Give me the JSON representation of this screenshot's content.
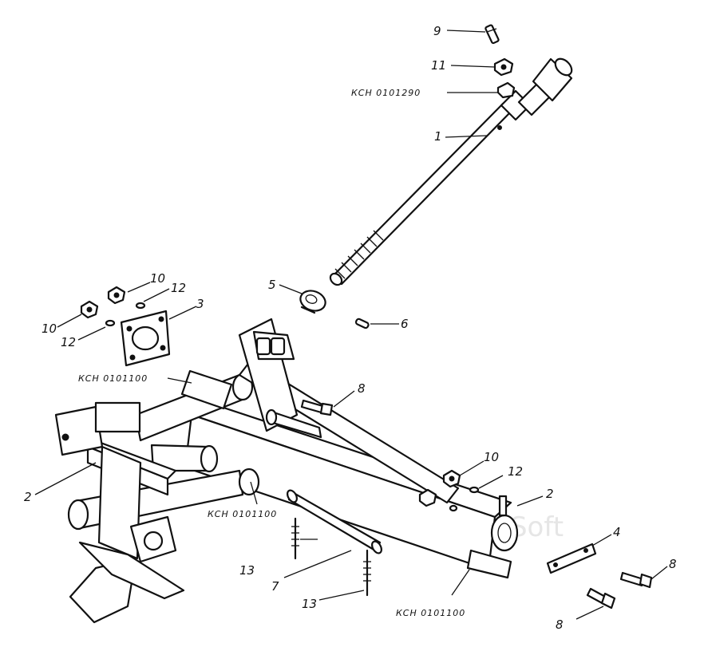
{
  "watermark": "AutoSoft",
  "callouts": [
    {
      "id": "c9",
      "text": "9"
    },
    {
      "id": "c11",
      "text": "11"
    },
    {
      "id": "c290",
      "text": "КСН 0101290"
    },
    {
      "id": "c1",
      "text": "1"
    },
    {
      "id": "c5",
      "text": "5"
    },
    {
      "id": "c6",
      "text": "6"
    },
    {
      "id": "c10a",
      "text": "10"
    },
    {
      "id": "c12a",
      "text": "12"
    },
    {
      "id": "c3",
      "text": "3"
    },
    {
      "id": "c10b",
      "text": "10"
    },
    {
      "id": "c12b",
      "text": "12"
    },
    {
      "id": "c100a",
      "text": "КСН 0101100"
    },
    {
      "id": "c8a",
      "text": "8"
    },
    {
      "id": "c2a",
      "text": "2"
    },
    {
      "id": "c100b",
      "text": "КСН 0101100"
    },
    {
      "id": "c10c",
      "text": "10"
    },
    {
      "id": "c12c",
      "text": "12"
    },
    {
      "id": "c2b",
      "text": "2"
    },
    {
      "id": "c4",
      "text": "4"
    },
    {
      "id": "c8b",
      "text": "8"
    },
    {
      "id": "c13a",
      "text": "13"
    },
    {
      "id": "c7",
      "text": "7"
    },
    {
      "id": "c13b",
      "text": "13"
    },
    {
      "id": "c100c",
      "text": "КСН 0101100"
    },
    {
      "id": "c8c",
      "text": "8"
    }
  ]
}
